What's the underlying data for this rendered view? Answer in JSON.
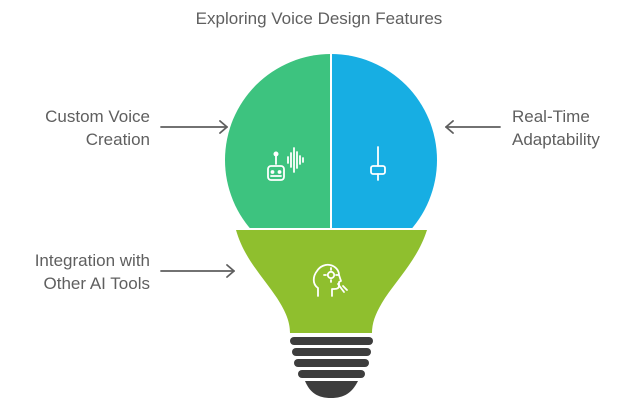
{
  "title": "Exploring Voice Design Features",
  "features": [
    {
      "id": "custom",
      "line1": "Custom Voice",
      "line2": "Creation",
      "icon": "robot-voice-icon",
      "color": "#3dc37f"
    },
    {
      "id": "realtime",
      "line1": "Real-Time",
      "line2": "Adaptability",
      "icon": "slider-icon",
      "color": "#17aee3"
    },
    {
      "id": "integration",
      "line1": "Integration with",
      "line2": "Other AI Tools",
      "icon": "head-gear-icon",
      "color": "#8fbf2e"
    }
  ],
  "colors": {
    "text": "#5f5f5f",
    "arrow": "#5f5f5f",
    "base": "#3d3d3d"
  }
}
